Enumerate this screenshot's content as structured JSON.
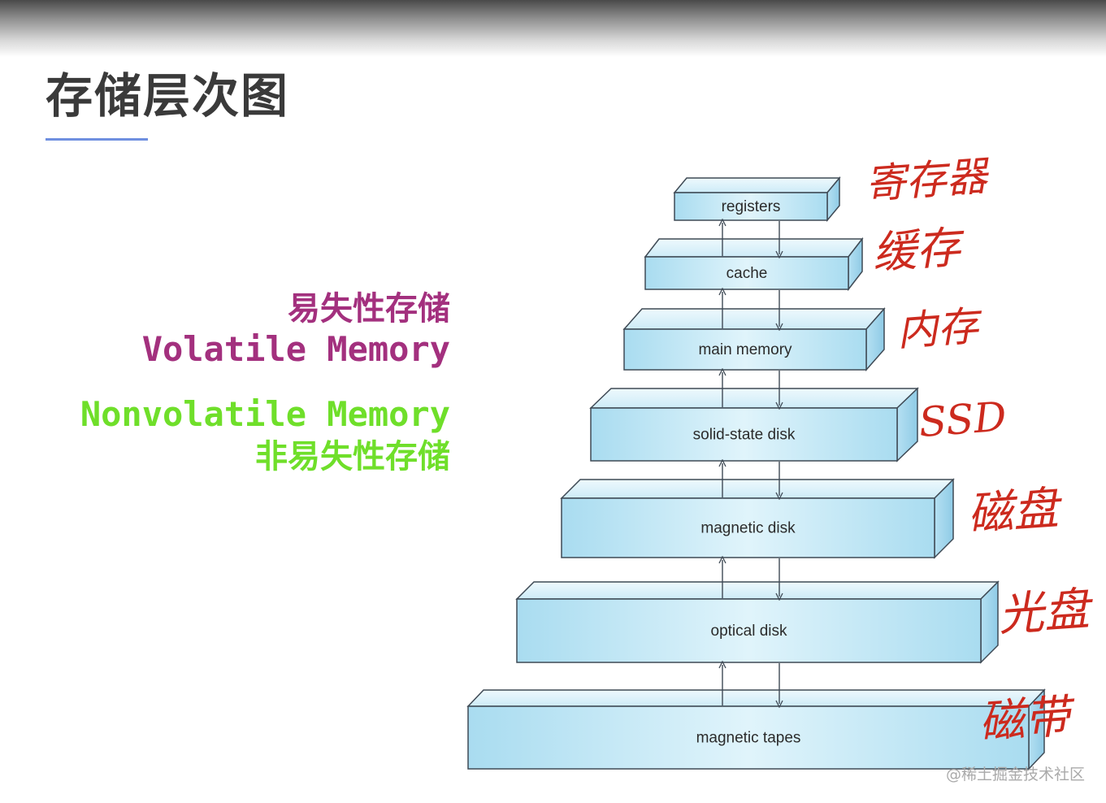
{
  "title": "存储层次图",
  "labels": {
    "volatile_cn": "易失性存储",
    "volatile_en": "Volatile Memory",
    "nonvolatile_en": "Nonvolatile Memory",
    "nonvolatile_cn": "非易失性存储"
  },
  "levels": [
    {
      "name": "registers",
      "annotation": "寄存器"
    },
    {
      "name": "cache",
      "annotation": "缓存"
    },
    {
      "name": "main memory",
      "annotation": "内存"
    },
    {
      "name": "solid-state disk",
      "annotation": "SSD"
    },
    {
      "name": "magnetic disk",
      "annotation": "磁盘"
    },
    {
      "name": "optical disk",
      "annotation": "光盘"
    },
    {
      "name": "magnetic tapes",
      "annotation": "磁带"
    }
  ],
  "watermark": "@稀土掘金技术社区",
  "colors": {
    "title": "#3a3a3a",
    "underline": "#6f8fe0",
    "volatile": "#a3307e",
    "nonvolatile": "#6fdf2a",
    "annotation": "#cc2a1e",
    "box_front": "#c4e8f6",
    "box_top": "#dcf1fa",
    "box_side": "#9fd2ea",
    "box_border": "#3f4a55"
  }
}
